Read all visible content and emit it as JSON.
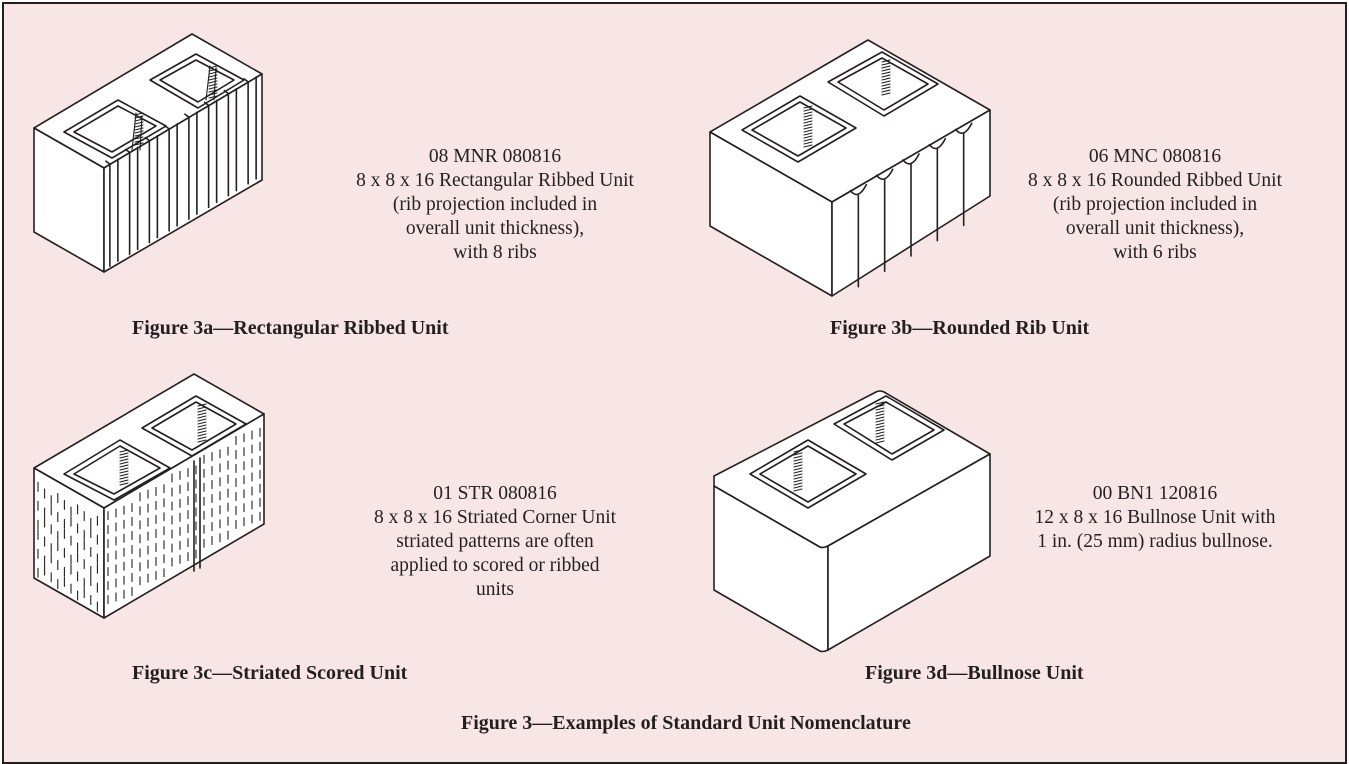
{
  "figures": [
    {
      "id": "3a",
      "description": [
        "08 MNR 080816",
        "8 x 8 x 16 Rectangular Ribbed Unit",
        "(rib projection included in",
        "overall unit thickness),",
        "with 8 ribs"
      ],
      "caption": "Figure 3a—Rectangular Ribbed Unit"
    },
    {
      "id": "3b",
      "description": [
        "06 MNC 080816",
        "8 x 8 x 16 Rounded Ribbed Unit",
        "(rib projection included in",
        "overall unit thickness),",
        "with 6 ribs"
      ],
      "caption": "Figure 3b—Rounded Rib Unit"
    },
    {
      "id": "3c",
      "description": [
        "01 STR 080816",
        "8 x 8 x 16 Striated Corner Unit",
        "striated patterns are often",
        "applied to scored or ribbed",
        "units"
      ],
      "caption": "Figure 3c—Striated Scored Unit"
    },
    {
      "id": "3d",
      "description": [
        "00 BN1 120816",
        "12 x 8 x 16 Bullnose Unit with",
        "1 in. (25 mm) radius bullnose."
      ],
      "caption": "Figure 3d—Bullnose Unit"
    }
  ],
  "main_caption": "Figure 3—Examples of Standard Unit Nomenclature",
  "colors": {
    "background": "#f8e6e6",
    "border": "#231f20",
    "text": "#231f20"
  }
}
